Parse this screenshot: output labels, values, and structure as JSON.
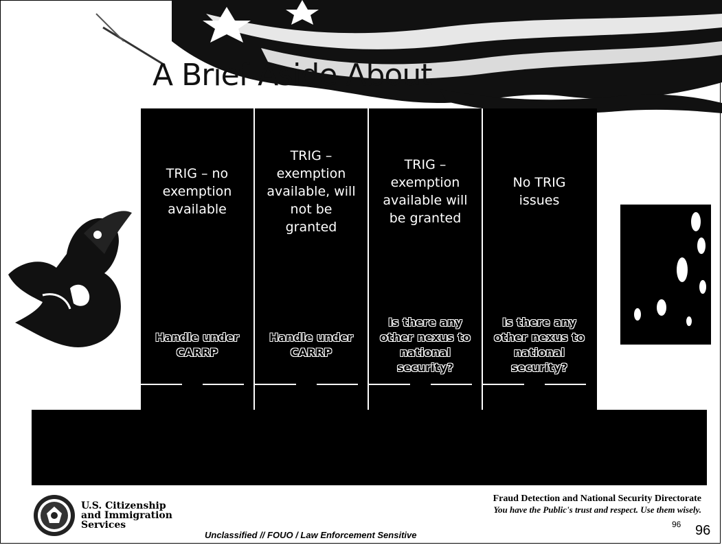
{
  "slide": {
    "title": "A Brief Aside About",
    "columns": [
      {
        "header": "TRIG – no exemption available",
        "body": "Handle under CARRP"
      },
      {
        "header": "TRIG – exemption available, will not be granted",
        "body": "Handle under CARRP"
      },
      {
        "header": "TRIG – exemption available will be granted",
        "body": "Is there any other nexus to national security?"
      },
      {
        "header": "No TRIG issues",
        "body": "Is there any other nexus to national security?"
      }
    ],
    "bottom_bar": {
      "line1": "",
      "line2": ""
    }
  },
  "footer": {
    "agency_line1": "U.S. Citizenship",
    "agency_line2": "and Immigration",
    "agency_line3": "Services",
    "directorate": "Fraud Detection and National Security Directorate",
    "motto": "You have the Public's trust and respect. Use them wisely.",
    "classification": "Unclassified // FOUO / Law Enforcement Sensitive",
    "page_small": "96",
    "page_number": "96"
  },
  "colors": {
    "panel": "#000000",
    "text_on_panel": "#ffffff",
    "background": "#ffffff"
  }
}
